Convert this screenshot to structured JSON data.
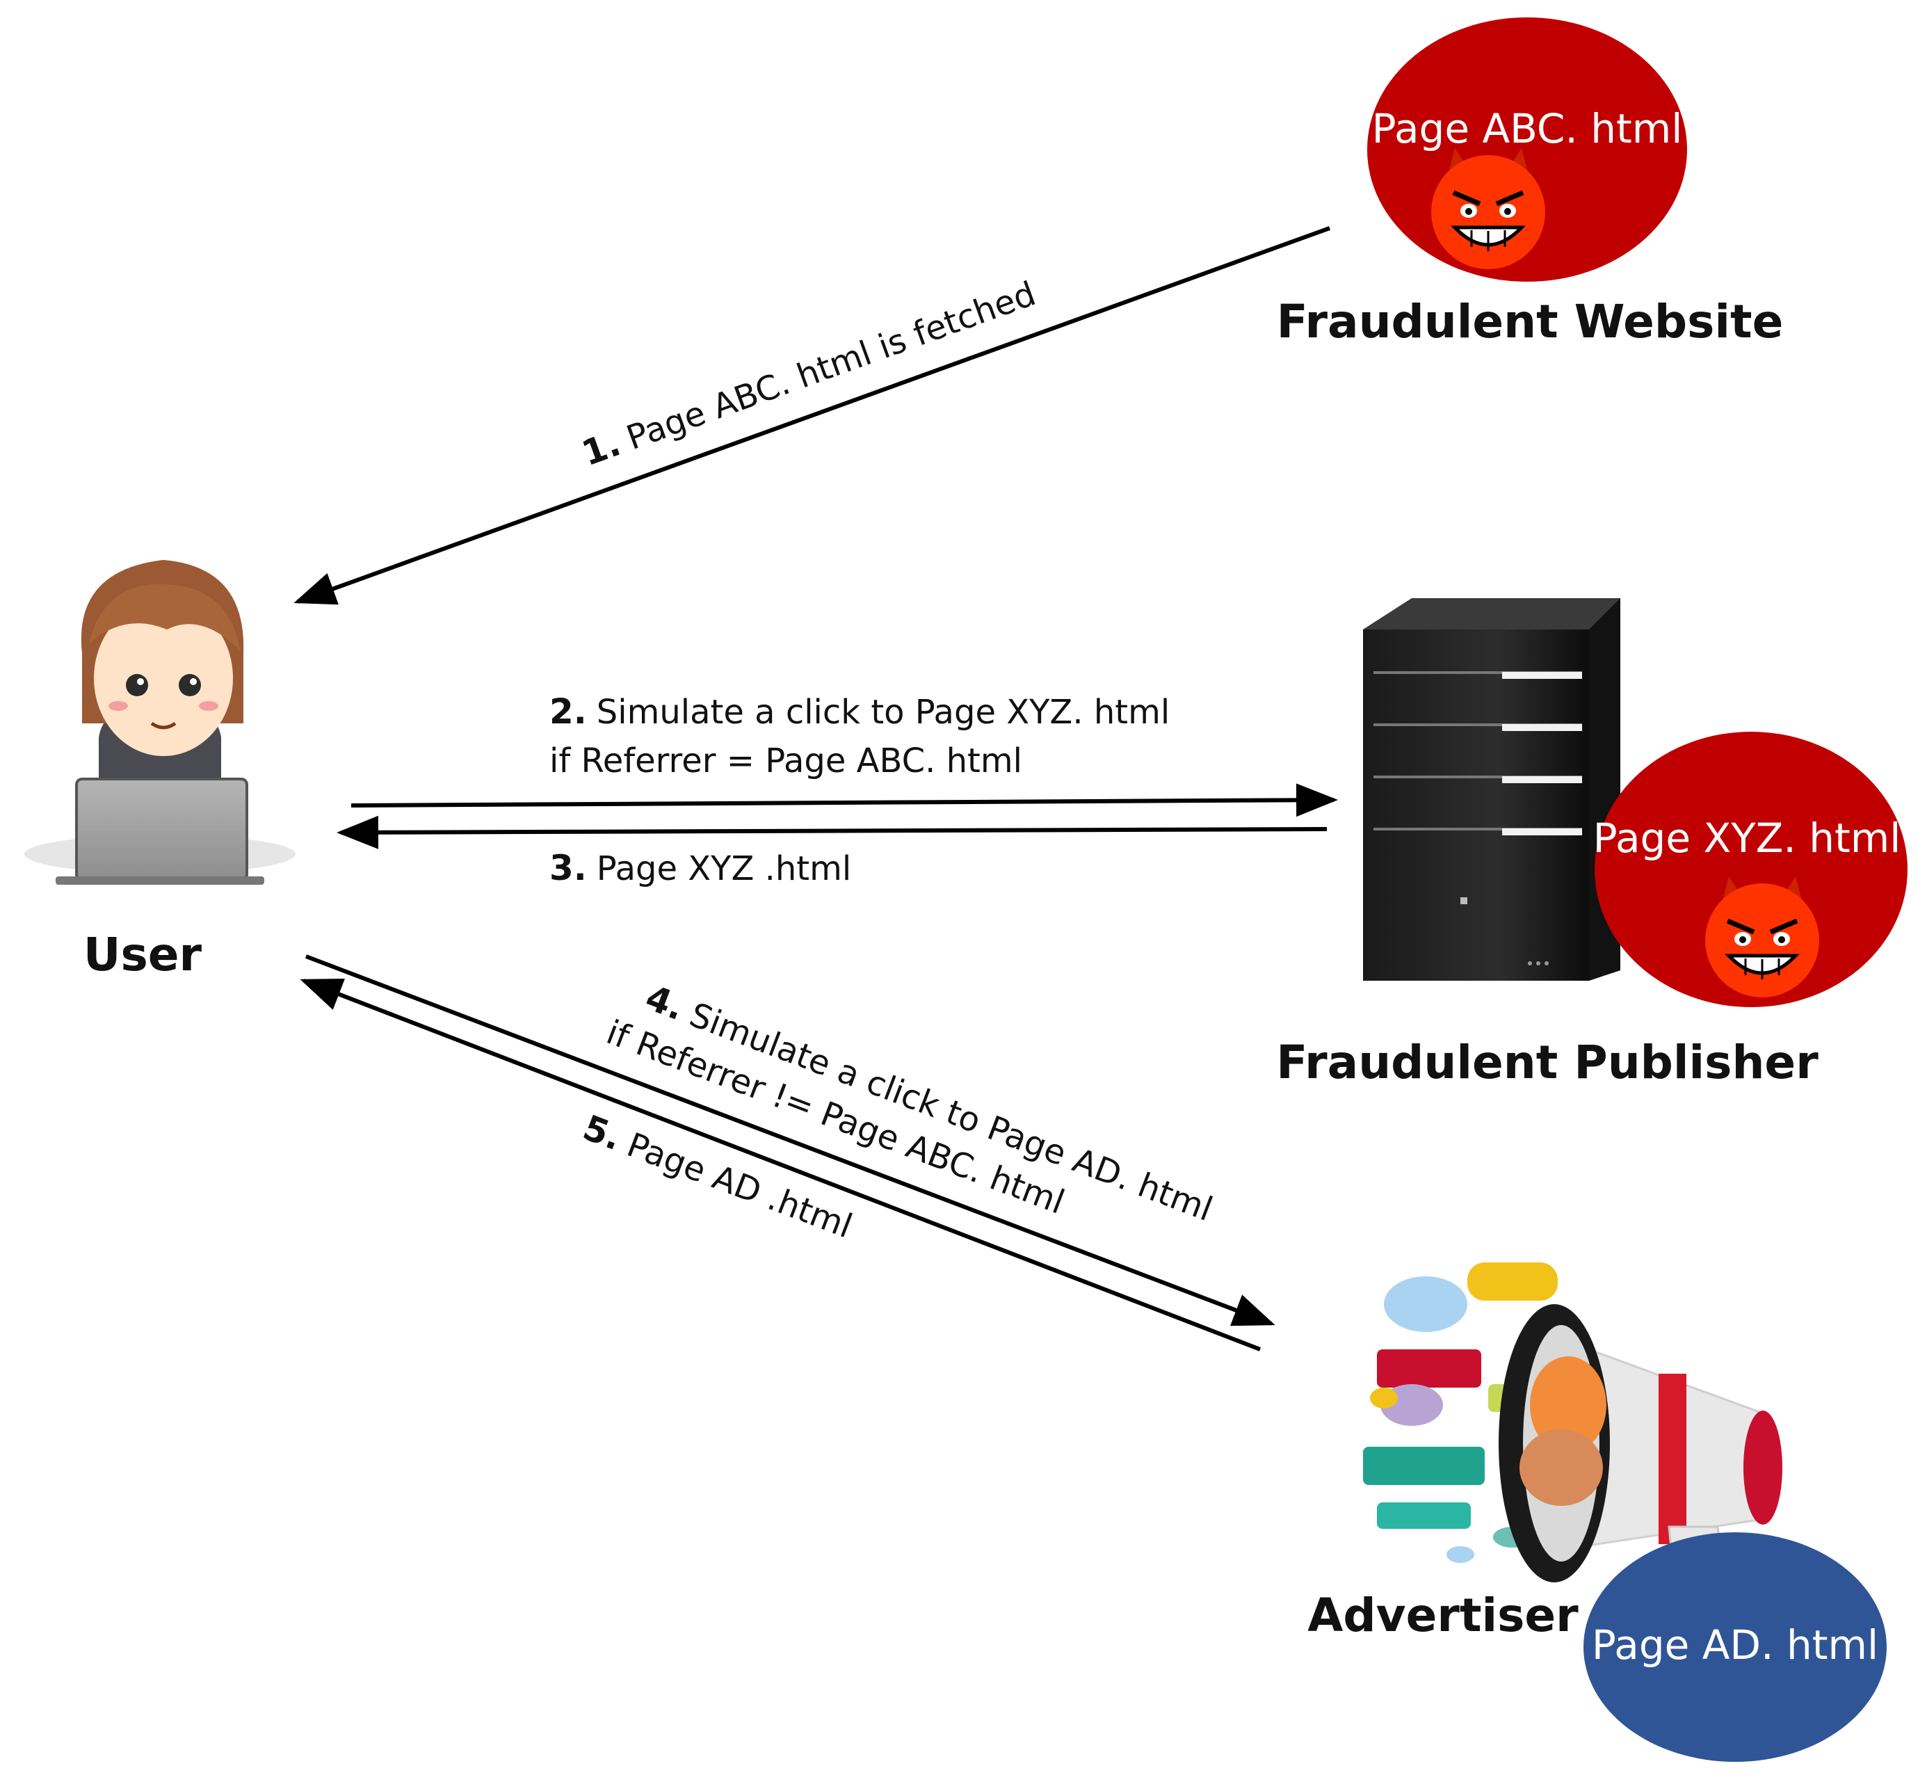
{
  "nodes": {
    "fraudulent_website": {
      "label": "Fraudulent Website",
      "bubble": "Page ABC. html"
    },
    "fraudulent_publisher": {
      "label": "Fraudulent Publisher",
      "bubble": "Page XYZ. html"
    },
    "advertiser": {
      "label": "Advertiser",
      "bubble": "Page AD. html"
    },
    "user": {
      "label": "User"
    }
  },
  "steps": [
    {
      "num": "1.",
      "line1": "Page ABC. html is fetched",
      "line2": ""
    },
    {
      "num": "2.",
      "line1": "Simulate a click to Page XYZ. html",
      "line2": "if Referrer = Page ABC. html"
    },
    {
      "num": "3.",
      "line1": "Page XYZ .html",
      "line2": ""
    },
    {
      "num": "4.",
      "line1": "Simulate a click to Page AD. html",
      "line2": "if Referrer != Page ABC. html"
    },
    {
      "num": "5.",
      "line1": "Page AD .html",
      "line2": ""
    }
  ],
  "colors": {
    "fraud_bubble": "#c00000",
    "advertiser_bubble": "#2f5597",
    "devil_face": "#ff3300"
  },
  "icons": [
    "devil-face-icon",
    "user-laptop-icon",
    "server-tower-icon",
    "megaphone-icon"
  ]
}
